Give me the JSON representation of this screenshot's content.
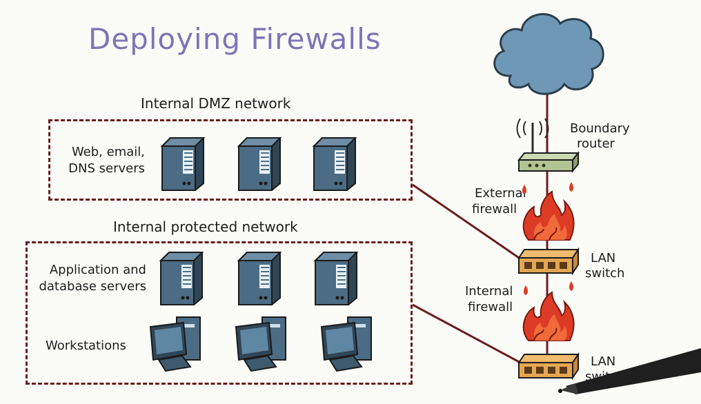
{
  "title": "Deploying Firewalls",
  "dmz": {
    "title": "Internal DMZ network",
    "servers_label": [
      "Web, email,",
      "DNS servers"
    ]
  },
  "protected": {
    "title": "Internal protected network",
    "servers_label": [
      "Application and",
      "database servers"
    ],
    "workstations_label": "Workstations"
  },
  "right_column": {
    "router_label": [
      "Boundary",
      "router"
    ],
    "external_firewall_label": [
      "External",
      "firewall"
    ],
    "lan_switch_1_label": [
      "LAN",
      "switch"
    ],
    "internal_firewall_label": [
      "Internal",
      "firewall"
    ],
    "lan_switch_2_label": [
      "LAN",
      "switch"
    ]
  },
  "icons": [
    "cloud-icon",
    "router-icon",
    "firewall-icon",
    "lan-switch-icon",
    "server-icon",
    "workstation-icon",
    "pen-icon"
  ],
  "colors": {
    "title": "#7e74b6",
    "link_line": "#6a1c1c",
    "cloud": "#6e98b6",
    "router": "#b3c494",
    "switch": "#e4a653",
    "fire": "#dd3b25",
    "server": "#3e5a6e"
  }
}
